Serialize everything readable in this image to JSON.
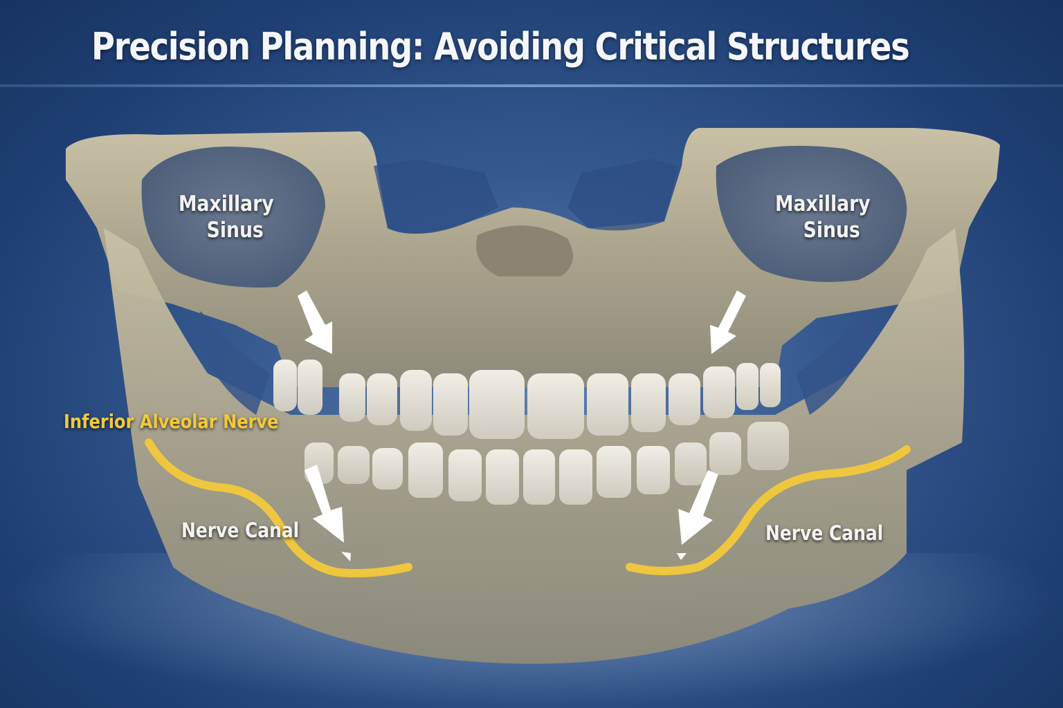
{
  "title": "Precision Planning: Avoiding Critical Structures",
  "labels": {
    "sinus_left": {
      "line1": "Maxillary",
      "line2": "Sinus"
    },
    "sinus_right": {
      "line1": "Maxillary",
      "line2": "Sinus"
    },
    "nerve": "Inferior Alveolar Nerve",
    "canal_left": "Nerve Canal",
    "canal_right": "Nerve Canal"
  },
  "colors": {
    "background": "#1f3f74",
    "title": "#f4f6fa",
    "nerve": "#f3c93a",
    "bone": "#b9b29b",
    "teeth": "#e6e3da",
    "arrow": "#ffffff"
  },
  "arrows": [
    {
      "target": "upper-left-implant-site"
    },
    {
      "target": "upper-right-implant-site"
    },
    {
      "target": "lower-left-implant-site"
    },
    {
      "target": "lower-right-implant-site"
    }
  ]
}
